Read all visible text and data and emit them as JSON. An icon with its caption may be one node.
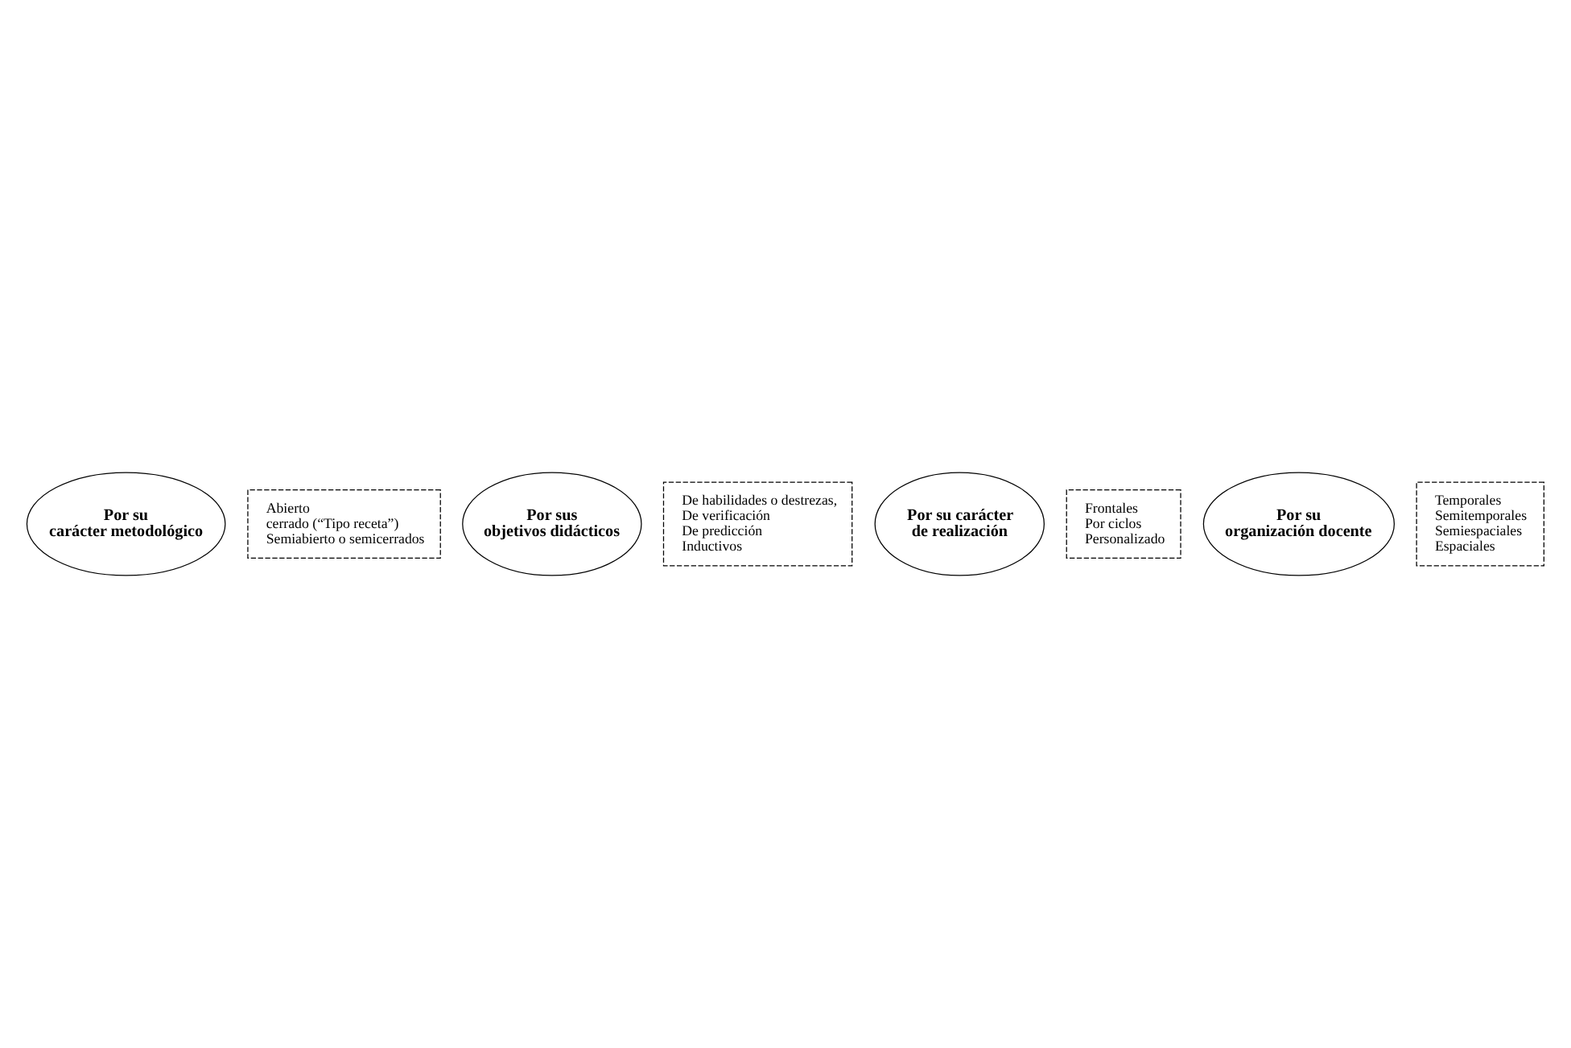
{
  "diagram": {
    "nodes": [
      {
        "text": [
          "Por su carácter metodológico"
        ]
      },
      {
        "text": [
          "Abierto",
          "cerrado (“Tipo receta”)",
          "Semiabierto o semicerrados"
        ]
      },
      {
        "text": [
          "Por sus objetivos didácticos"
        ]
      },
      {
        "text": [
          "De habilidades o destrezas,",
          "De verificación",
          "De predicción",
          "Inductivos"
        ]
      },
      {
        "text": [
          "Por su carácter de realización"
        ]
      },
      {
        "text": [
          "Frontales",
          "Por ciclos",
          "Personalizado"
        ]
      },
      {
        "text": [
          "Por su organización docente"
        ]
      },
      {
        "text": [
          "Temporales",
          "Semitemporales",
          "Semiespaciales",
          "Espaciales"
        ]
      }
    ],
    "edges": []
  }
}
